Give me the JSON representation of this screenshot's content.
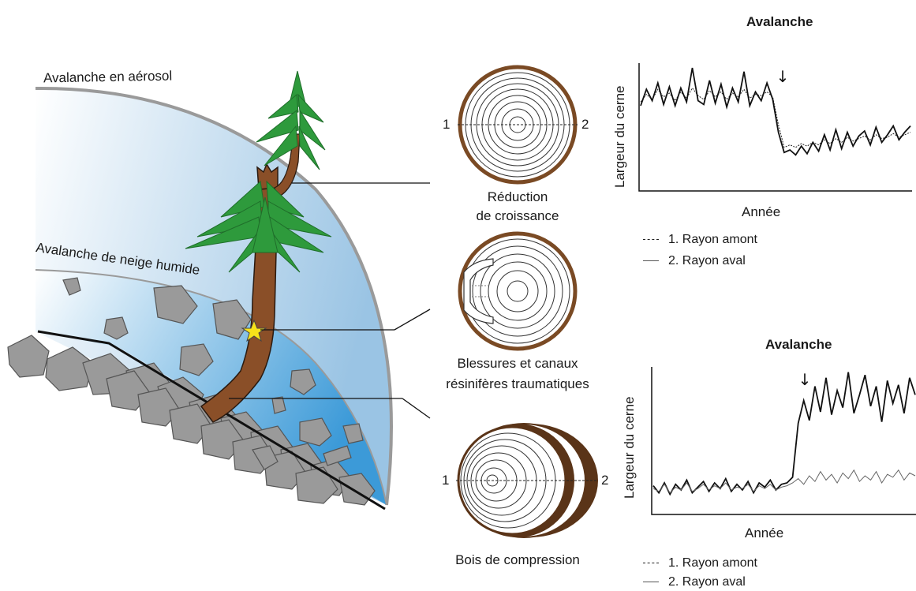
{
  "labels": {
    "aerosol": "Avalanche en aérosol",
    "wet_snow": "Avalanche de neige humide"
  },
  "sections": [
    {
      "caption_lines": [
        "Réduction",
        "de croissance"
      ],
      "radius_left": "1",
      "radius_right": "2"
    },
    {
      "caption_lines": [
        "Blessures et canaux",
        "résinifères traumatiques"
      ]
    },
    {
      "caption_lines": [
        "Bois de compression"
      ],
      "radius_left": "1",
      "radius_right": "2"
    }
  ],
  "colors": {
    "bark": "#7a4a24",
    "sky_light": "#ffffff",
    "sky_dark": "#9ac4e4",
    "wet_snow_dark": "#3c9ad8",
    "rock": "#9a9a9a",
    "needle": "#2e9a3c",
    "needle_dark": "#1f6e2a",
    "trunk": "#8a4f28",
    "star": "#f7e21a"
  },
  "chart_data": [
    {
      "type": "line",
      "title": "Avalanche",
      "xlabel": "Année",
      "ylabel": "Largeur du cerne",
      "annotation": "↓",
      "event_index": 23,
      "ylim": [
        0,
        10
      ],
      "legend": [
        "1. Rayon amont",
        "2. Rayon aval"
      ],
      "series": [
        {
          "name": "1. Rayon amont",
          "style": "dashed",
          "values": [
            6.8,
            7.4,
            7.0,
            7.8,
            7.2,
            7.5,
            6.9,
            7.6,
            7.1,
            7.9,
            7.3,
            7.0,
            7.7,
            7.2,
            7.6,
            7.0,
            7.5,
            7.2,
            7.8,
            7.1,
            7.4,
            7.3,
            7.6,
            7.2,
            5.0,
            3.2,
            3.4,
            3.2,
            3.5,
            3.3,
            3.6,
            3.4,
            3.8,
            3.5,
            3.9,
            3.6,
            4.0,
            3.7,
            3.9,
            4.1,
            3.8,
            4.2,
            3.9,
            4.0,
            4.3,
            4.0,
            4.2,
            4.4
          ]
        },
        {
          "name": "2. Rayon aval",
          "style": "solid",
          "values": [
            6.5,
            7.8,
            6.9,
            8.3,
            6.6,
            8.0,
            6.5,
            7.9,
            6.8,
            9.5,
            6.9,
            6.6,
            8.5,
            6.7,
            8.2,
            6.4,
            7.9,
            6.8,
            9.2,
            6.5,
            7.6,
            6.9,
            8.3,
            7.0,
            4.4,
            2.8,
            3.0,
            2.6,
            3.3,
            2.7,
            3.6,
            2.9,
            4.2,
            3.0,
            4.6,
            3.1,
            4.4,
            3.3,
            4.1,
            4.5,
            3.4,
            4.8,
            3.6,
            4.2,
            4.9,
            3.8,
            4.4,
            4.9
          ]
        }
      ]
    },
    {
      "type": "line",
      "title": "Avalanche",
      "xlabel": "Année",
      "ylabel": "Largeur du cerne",
      "annotation": "↓",
      "event_index": 26,
      "ylim": [
        0,
        10
      ],
      "legend": [
        "1. Rayon amont",
        "2. Rayon aval"
      ],
      "series": [
        {
          "name": "1. Rayon amont",
          "style": "solid-bold",
          "values": [
            1.8,
            1.3,
            2.0,
            1.2,
            1.9,
            1.5,
            2.2,
            1.3,
            1.7,
            2.1,
            1.4,
            2.0,
            1.6,
            2.3,
            1.4,
            1.9,
            1.5,
            2.1,
            1.3,
            2.0,
            1.7,
            2.2,
            1.5,
            1.9,
            2.0,
            2.4,
            6.2,
            7.8,
            6.4,
            8.8,
            7.0,
            9.4,
            6.8,
            8.5,
            7.3,
            9.8,
            6.9,
            8.2,
            9.6,
            7.4,
            8.8,
            6.3,
            9.2,
            7.6,
            8.9,
            6.9,
            9.4,
            8.2
          ]
        },
        {
          "name": "2. Rayon aval",
          "style": "thin",
          "values": [
            1.6,
            1.4,
            1.9,
            1.3,
            1.7,
            1.5,
            2.0,
            1.4,
            1.6,
            1.9,
            1.5,
            1.8,
            1.6,
            2.0,
            1.5,
            1.7,
            1.6,
            1.9,
            1.4,
            1.8,
            1.6,
            1.9,
            1.5,
            1.7,
            1.8,
            2.0,
            2.3,
            1.9,
            2.5,
            2.1,
            2.8,
            2.2,
            2.6,
            2.0,
            2.7,
            2.3,
            2.9,
            2.1,
            2.5,
            2.2,
            2.8,
            2.0,
            2.6,
            2.4,
            2.9,
            2.2,
            2.7,
            2.5
          ]
        }
      ]
    }
  ]
}
